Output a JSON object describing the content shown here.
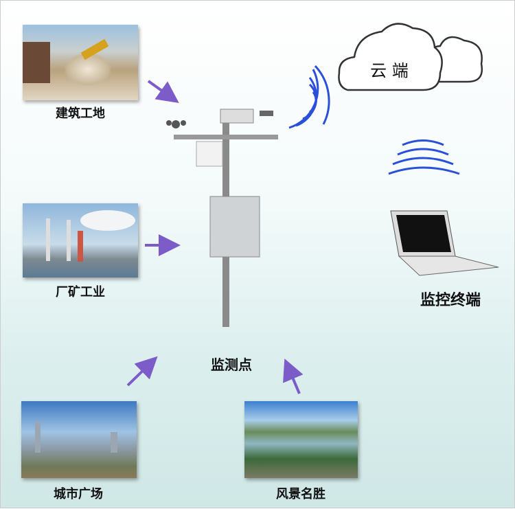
{
  "sites": [
    {
      "name": "建筑工地"
    },
    {
      "name": "厂矿工业"
    },
    {
      "name": "城市广场"
    },
    {
      "name": "风景名胜"
    }
  ],
  "station_label": "监测点",
  "cloud_label": "云 端",
  "terminal_label": "监控终端",
  "colors": {
    "arrow": "#7b5cc9",
    "signal": "#2a4fd8"
  }
}
